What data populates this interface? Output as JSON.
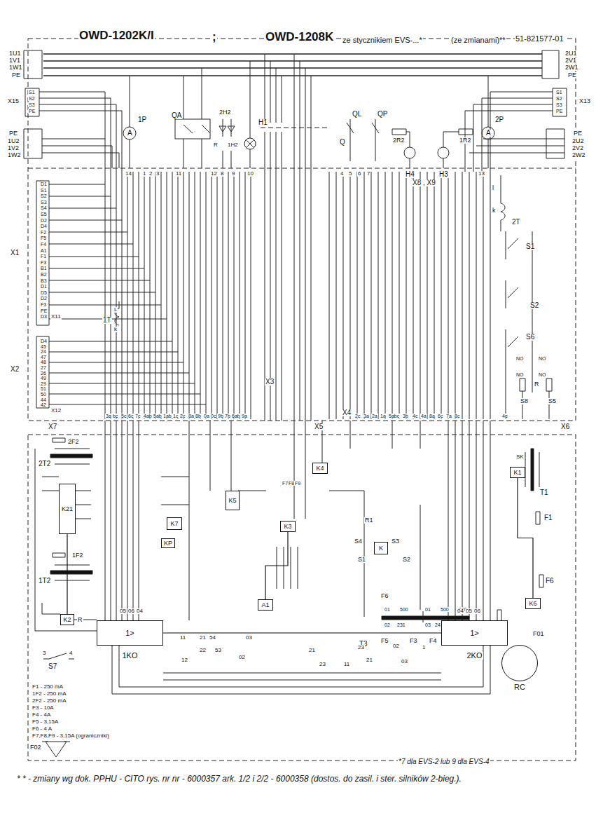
{
  "diagram": {
    "title": "OWD-1202K/I",
    "caption": "* * - zmiany wg dok. PPHU - CITO rys. nr nr - 6000357 ark. 1/2 i 2/2 - 6000358 (dostos. do zasil. i ster. silników 2-bieg.).",
    "nodes": [
      {
        "text": [
          "1>",
          "1KO"
        ]
      },
      {
        "text": [
          "1>",
          "2KO"
        ]
      },
      {
        "text": [
          "K21"
        ]
      },
      {
        "text": [
          "K2"
        ]
      },
      {
        "text": [
          "K7"
        ]
      },
      {
        "text": [
          "KP"
        ]
      },
      {
        "text": [
          "K5"
        ]
      },
      {
        "text": [
          "K3"
        ]
      },
      {
        "text": [
          "K4"
        ]
      },
      {
        "text": [
          "K1"
        ]
      },
      {
        "text": [
          "K6"
        ]
      },
      {
        "text": [
          "A1"
        ]
      },
      {
        "text": [
          "K"
        ]
      },
      {
        "text": [
          "RC"
        ]
      }
    ],
    "edges": [
      {
        "from": 0,
        "to": 1,
        "arrow": "none"
      },
      {
        "from": 2,
        "to": 3,
        "arrow": "none"
      },
      {
        "from": 7,
        "to": 11,
        "arrow": "none"
      },
      {
        "from": 9,
        "to": 10,
        "arrow": "none"
      }
    ],
    "labels": [
      ";",
      "OWD-1208K",
      "ze stycznikiem EVS-...*",
      "(ze zmianami)**",
      "51-821577-01",
      "1U1",
      "1V1",
      "1W1",
      "PE",
      "2U1",
      "2V1",
      "2W1",
      "PE",
      "S1",
      "S2",
      "S3",
      "PE",
      "X15",
      "S1",
      "S2",
      "S3",
      "PE",
      "X13",
      "PE",
      "1U2",
      "1V2",
      "1W2",
      "PE",
      "2U2",
      "2V2",
      "2W2",
      "A",
      "1P",
      "QA",
      "2H2",
      "H1",
      "R",
      "1H2",
      "QL",
      "QP",
      "Q",
      "2R2",
      "1R2",
      "H4",
      "H3",
      "A",
      "2P",
      "X8 , X9",
      "14",
      "1",
      "2",
      "3",
      "11",
      "12",
      "8",
      "9",
      "10",
      "4",
      "5",
      "6",
      "7",
      "13",
      "2T",
      "l",
      "k",
      "1T",
      "L",
      "k",
      "D1",
      "S1",
      "S2",
      "S3",
      "S4",
      "S5",
      "D2",
      "D4",
      "F2",
      "F5",
      "F4",
      "A1",
      "F1",
      "F3",
      "B1",
      "B2",
      "B3",
      "D1",
      "D5",
      "D2",
      "F3",
      "PE",
      "D3",
      "X1",
      "X11",
      "D4",
      "45",
      "24",
      "47",
      "48",
      "27",
      "26",
      "49",
      "29",
      "51",
      "50",
      "44",
      "42",
      "X2",
      "X12",
      "S1",
      "S2",
      "S6",
      "NO",
      "NO",
      "NO",
      "NO",
      "R",
      "S8",
      "S5",
      "X3",
      "X4",
      "X5",
      "X6",
      "X7",
      "3a",
      "bc",
      "5c",
      "6c",
      "7c",
      "4ab",
      "5ab",
      "1ab",
      "1c",
      "2c",
      "8a",
      "8b",
      "0a",
      "0c",
      "9b",
      "7b",
      "6ab",
      "9a",
      "2c",
      "3a",
      "2a",
      "1a",
      "5abc",
      "3b",
      "4c",
      "4a",
      "8a",
      "6c",
      "7a",
      "8c",
      "4e",
      "2F2",
      "2T2",
      "1F2",
      "1T2",
      "R",
      "S7",
      "3",
      "4",
      "F1 - 250 mA",
      "1F2 - 250 mA",
      "2F2 - 250 mA",
      "F3 - 10A",
      "F4 - 4A",
      "F5 - 3,15A",
      "F6 - 4 A",
      "F7,F8,F9 - 3,15A (ograniczniki)",
      "F02",
      "F7",
      "F8",
      "F9",
      "R1",
      "S4",
      "S3",
      "S1",
      "S2",
      "T3",
      "F6",
      "F5",
      "F3",
      "F4",
      "01",
      "500",
      "01",
      "500",
      "660",
      "02",
      "231",
      "03",
      "24",
      "42",
      "T1",
      "F1",
      "SK",
      "F6",
      "F01",
      "05",
      "06",
      "04",
      "04",
      "05",
      "06",
      "11",
      "12",
      "21",
      "22",
      "53",
      "54",
      "03",
      "02",
      "21",
      "23",
      "11",
      "23",
      "21",
      "02",
      "03",
      "1",
      "*7 dla EVS-2 lub 9 dla EVS-4"
    ]
  }
}
